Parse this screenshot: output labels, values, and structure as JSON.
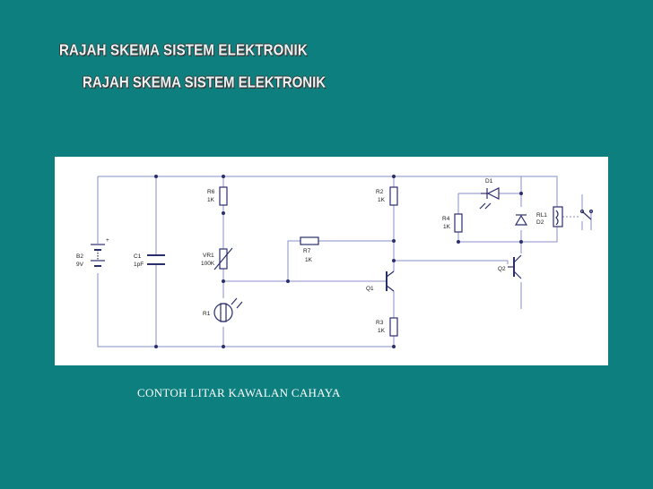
{
  "title_back": "RAJAH SKEMA SISTEM ELEKTRONIK",
  "title_front": "RAJAH SKEMA SISTEM ELEKTRONIK",
  "caption": "CONTOH LITAR KAWALAN CAHAYA",
  "colors": {
    "background": "#0e7f7f",
    "wire": "#8a8fc8",
    "component": "#2a2e6a",
    "panel": "#ffffff"
  },
  "components": {
    "b2": {
      "name": "B2",
      "value": "9V"
    },
    "c1": {
      "name": "C1",
      "value": "1pF"
    },
    "r6": {
      "name": "R6",
      "value": "1K"
    },
    "vr1": {
      "name": "VR1",
      "value": "100K"
    },
    "r1": {
      "name": "R1"
    },
    "r7": {
      "name": "R7",
      "value": "1K"
    },
    "r2": {
      "name": "R2",
      "value": "1K"
    },
    "q1": {
      "name": "Q1"
    },
    "r3": {
      "name": "R3",
      "value": "1K"
    },
    "r4": {
      "name": "R4",
      "value": "1K"
    },
    "d1": {
      "name": "D1"
    },
    "d2": {
      "name": "D2"
    },
    "q2": {
      "name": "Q2"
    },
    "rl1": {
      "name": "RL1"
    }
  }
}
